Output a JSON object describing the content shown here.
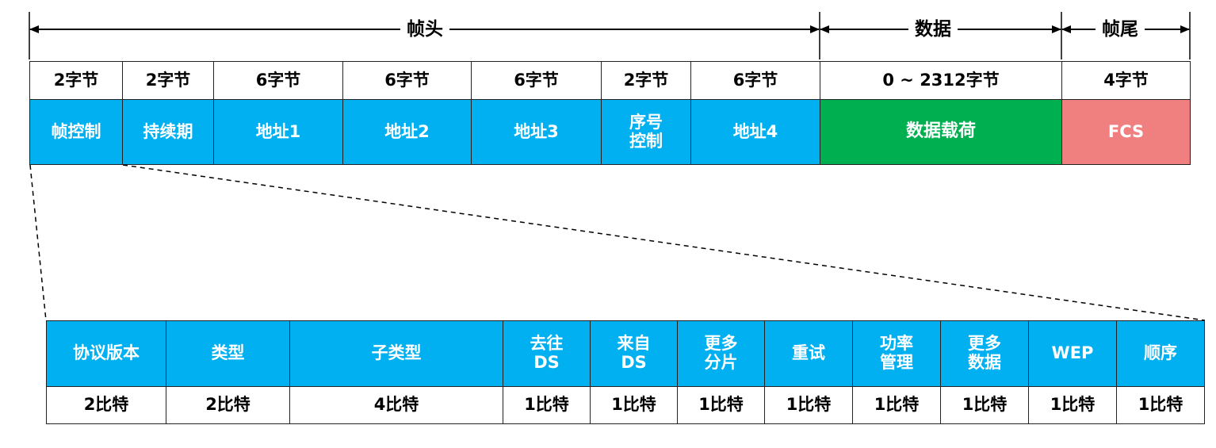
{
  "colors": {
    "header_field": "#00b0f0",
    "payload_field": "#00b050",
    "fcs_field": "#f08080",
    "text_on_field": "#ffffff"
  },
  "sections": [
    {
      "label": "帧头"
    },
    {
      "label": "数据"
    },
    {
      "label": "帧尾"
    }
  ],
  "frame_fields": [
    {
      "size": "2字节",
      "name": "帧控制"
    },
    {
      "size": "2字节",
      "name": "持续期"
    },
    {
      "size": "6字节",
      "name": "地址1"
    },
    {
      "size": "6字节",
      "name": "地址2"
    },
    {
      "size": "6字节",
      "name": "地址3"
    },
    {
      "size": "2字节",
      "name": "序号\n控制"
    },
    {
      "size": "6字节",
      "name": "地址4"
    },
    {
      "size": "0 ~ 2312字节",
      "name": "数据载荷"
    },
    {
      "size": "4字节",
      "name": "FCS"
    }
  ],
  "control_fields": [
    {
      "name": "协议版本",
      "bits": "2比特"
    },
    {
      "name": "类型",
      "bits": "2比特"
    },
    {
      "name": "子类型",
      "bits": "4比特"
    },
    {
      "name": "去往\nDS",
      "bits": "1比特"
    },
    {
      "name": "来自\nDS",
      "bits": "1比特"
    },
    {
      "name": "更多\n分片",
      "bits": "1比特"
    },
    {
      "name": "重试",
      "bits": "1比特"
    },
    {
      "name": "功率\n管理",
      "bits": "1比特"
    },
    {
      "name": "更多\n数据",
      "bits": "1比特"
    },
    {
      "name": "WEP",
      "bits": "1比特"
    },
    {
      "name": "顺序",
      "bits": "1比特"
    }
  ]
}
